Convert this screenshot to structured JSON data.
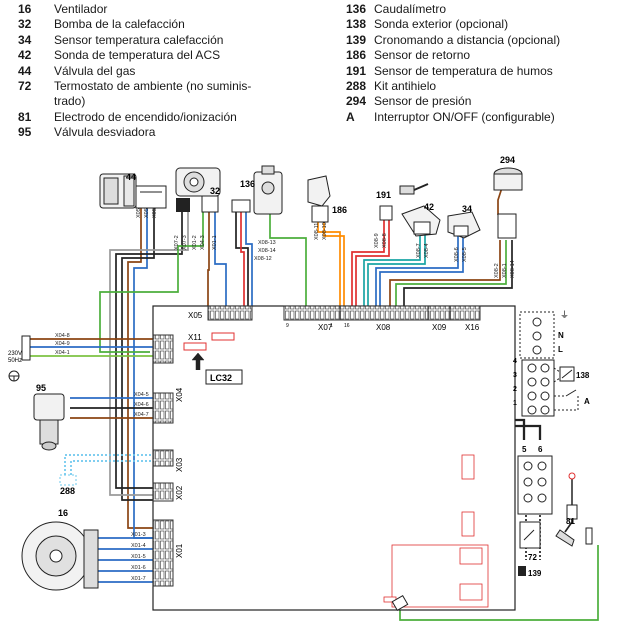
{
  "legend": {
    "left": [
      {
        "code": "16",
        "text": "Ventilador"
      },
      {
        "code": "32",
        "text": "Bomba de la calefacción"
      },
      {
        "code": "34",
        "text": "Sensor temperatura calefacción"
      },
      {
        "code": "42",
        "text": "Sonda de temperatura del ACS"
      },
      {
        "code": "44",
        "text": "Válvula del gas"
      },
      {
        "code": "72",
        "text": "Termostato de ambiente (no suminis-"
      },
      {
        "code": "",
        "text": "trado)"
      },
      {
        "code": "81",
        "text": "Electrodo de encendido/ionización"
      },
      {
        "code": "95",
        "text": "Válvula desviadora"
      }
    ],
    "right": [
      {
        "code": "136",
        "text": "Caudalímetro"
      },
      {
        "code": "138",
        "text": "Sonda exterior (opcional)"
      },
      {
        "code": "139",
        "text": "Cronomando a distancia (opcional)"
      },
      {
        "code": "186",
        "text": "Sensor de retorno"
      },
      {
        "code": "191",
        "text": "Sensor de temperatura de humos"
      },
      {
        "code": "288",
        "text": "Kit antihielo"
      },
      {
        "code": "294",
        "text": "Sensor de presión"
      },
      {
        "code": "A",
        "text": "Interruptor ON/OFF (configurable)"
      }
    ]
  },
  "diagram": {
    "components": {
      "c44": "44",
      "c32": "32",
      "c136": "136",
      "c186": "186",
      "c191": "191",
      "c42": "42",
      "c34": "34",
      "c294": "294",
      "c95": "95",
      "c16": "16",
      "c288": "288",
      "c138": "138",
      "c81": "81",
      "c72": "72",
      "c139": "139"
    },
    "connectors": {
      "x05": "X05",
      "x07": "X07",
      "x08": "X08",
      "x09": "X09",
      "x16": "X16",
      "x11": "X11",
      "lc32": "LC32",
      "x04": "X04",
      "x03": "X03",
      "x02": "X02",
      "x01": "X01"
    },
    "pins": {
      "x05_2": "X05-2",
      "x05_1": "X05-1",
      "x05_5": "X05-5",
      "x07_2": "X07-2",
      "x07_3": "X07-3",
      "x01_2": "X01-2",
      "x04_3": "X04-3",
      "x01_1": "X01-1",
      "x08_13": "X08-13",
      "x08_14": "X08-14",
      "x08_12": "X08-12",
      "x08_11": "X08-11",
      "x08_10": "X08-10",
      "x08_9": "X08-9",
      "x08_8": "X08-8",
      "x08_7": "X08-7",
      "x08_4": "X08-4",
      "x08_6": "X08-6",
      "x08_5": "X08-5",
      "x08_2": "X08-2",
      "x08_1": "X08-1",
      "x04_8": "X04-8",
      "x04_9": "X04-9",
      "x04_1": "X04-1",
      "x04_5": "X04-5",
      "x04_6": "X04-6",
      "x04_7": "X04-7",
      "x01_3": "X01-3",
      "x01_4": "X01-4",
      "x01_5": "X01-5",
      "x01_6": "X01-6",
      "x01_7": "X01-7"
    },
    "mains_voltage": "230V",
    "mains_freq": "50Hz",
    "terminal_labels": {
      "n": "N",
      "l": "L",
      "t4": "4",
      "t3": "3",
      "t2": "2",
      "t1": "1",
      "a": "A",
      "t5": "5",
      "t6": "6"
    },
    "connector_numbers": {
      "n9": "9",
      "n1": "1",
      "n16": "16"
    },
    "wire_colors": {
      "brown": "#8b4513",
      "blue": "#2b6cc4",
      "black": "#222222",
      "green": "#4caf3c",
      "yellow": "#e8d400",
      "grey": "#9a9a9a",
      "red": "#e03030",
      "orange": "#ff8c00",
      "lightblue": "#6ec8ee",
      "teal": "#1aa5a5",
      "green_yellow": "#7dc242"
    }
  }
}
